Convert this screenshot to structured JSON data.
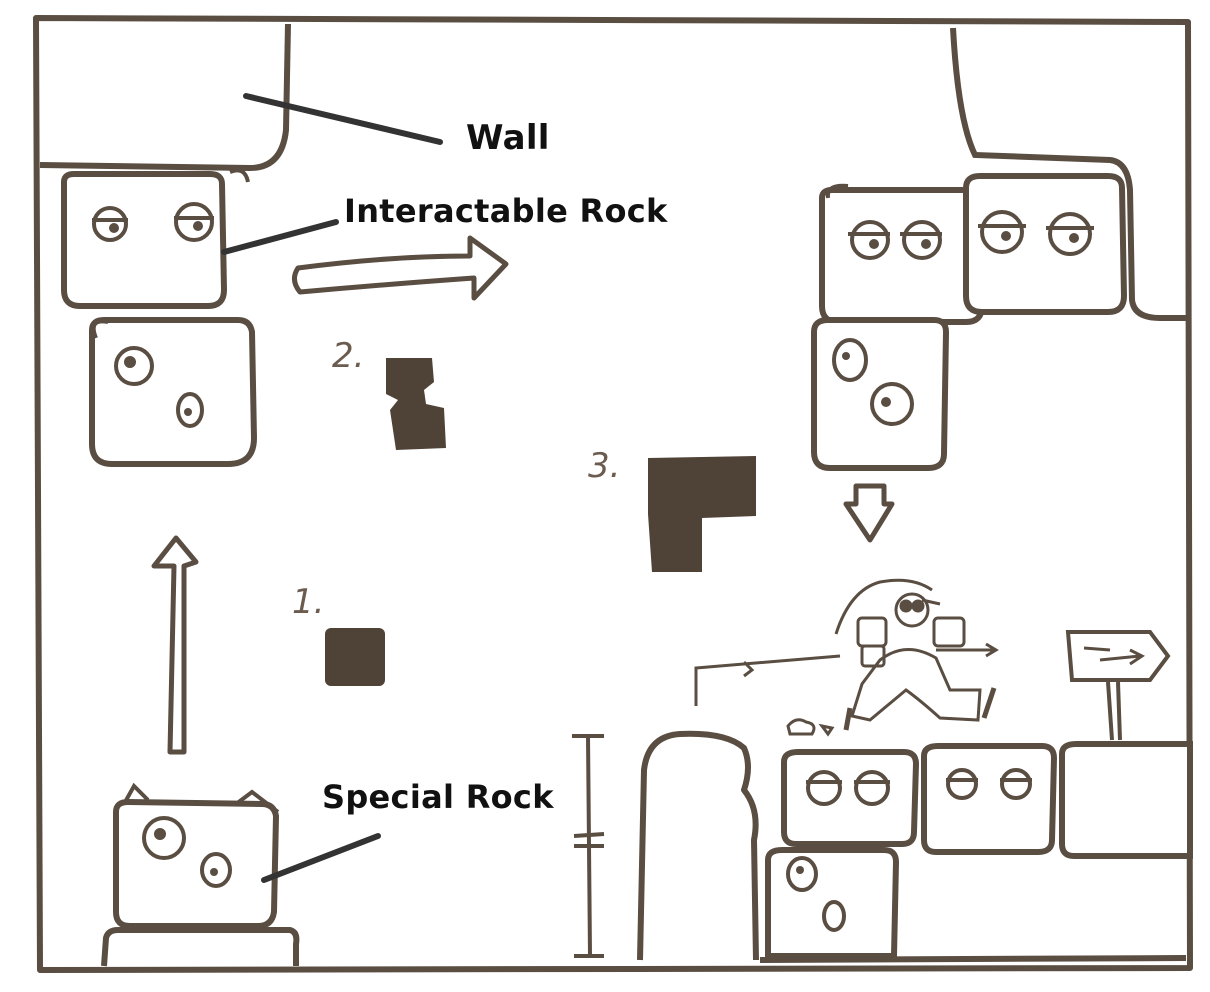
{
  "labels": {
    "wall": "Wall",
    "interactable_rock": "Interactable Rock",
    "special_rock": "Special Rock"
  },
  "steps": [
    "1.",
    "2.",
    "3."
  ],
  "colors": {
    "ink": "#5a4d42",
    "fill_dark": "#4f4237",
    "label": "#111111"
  }
}
